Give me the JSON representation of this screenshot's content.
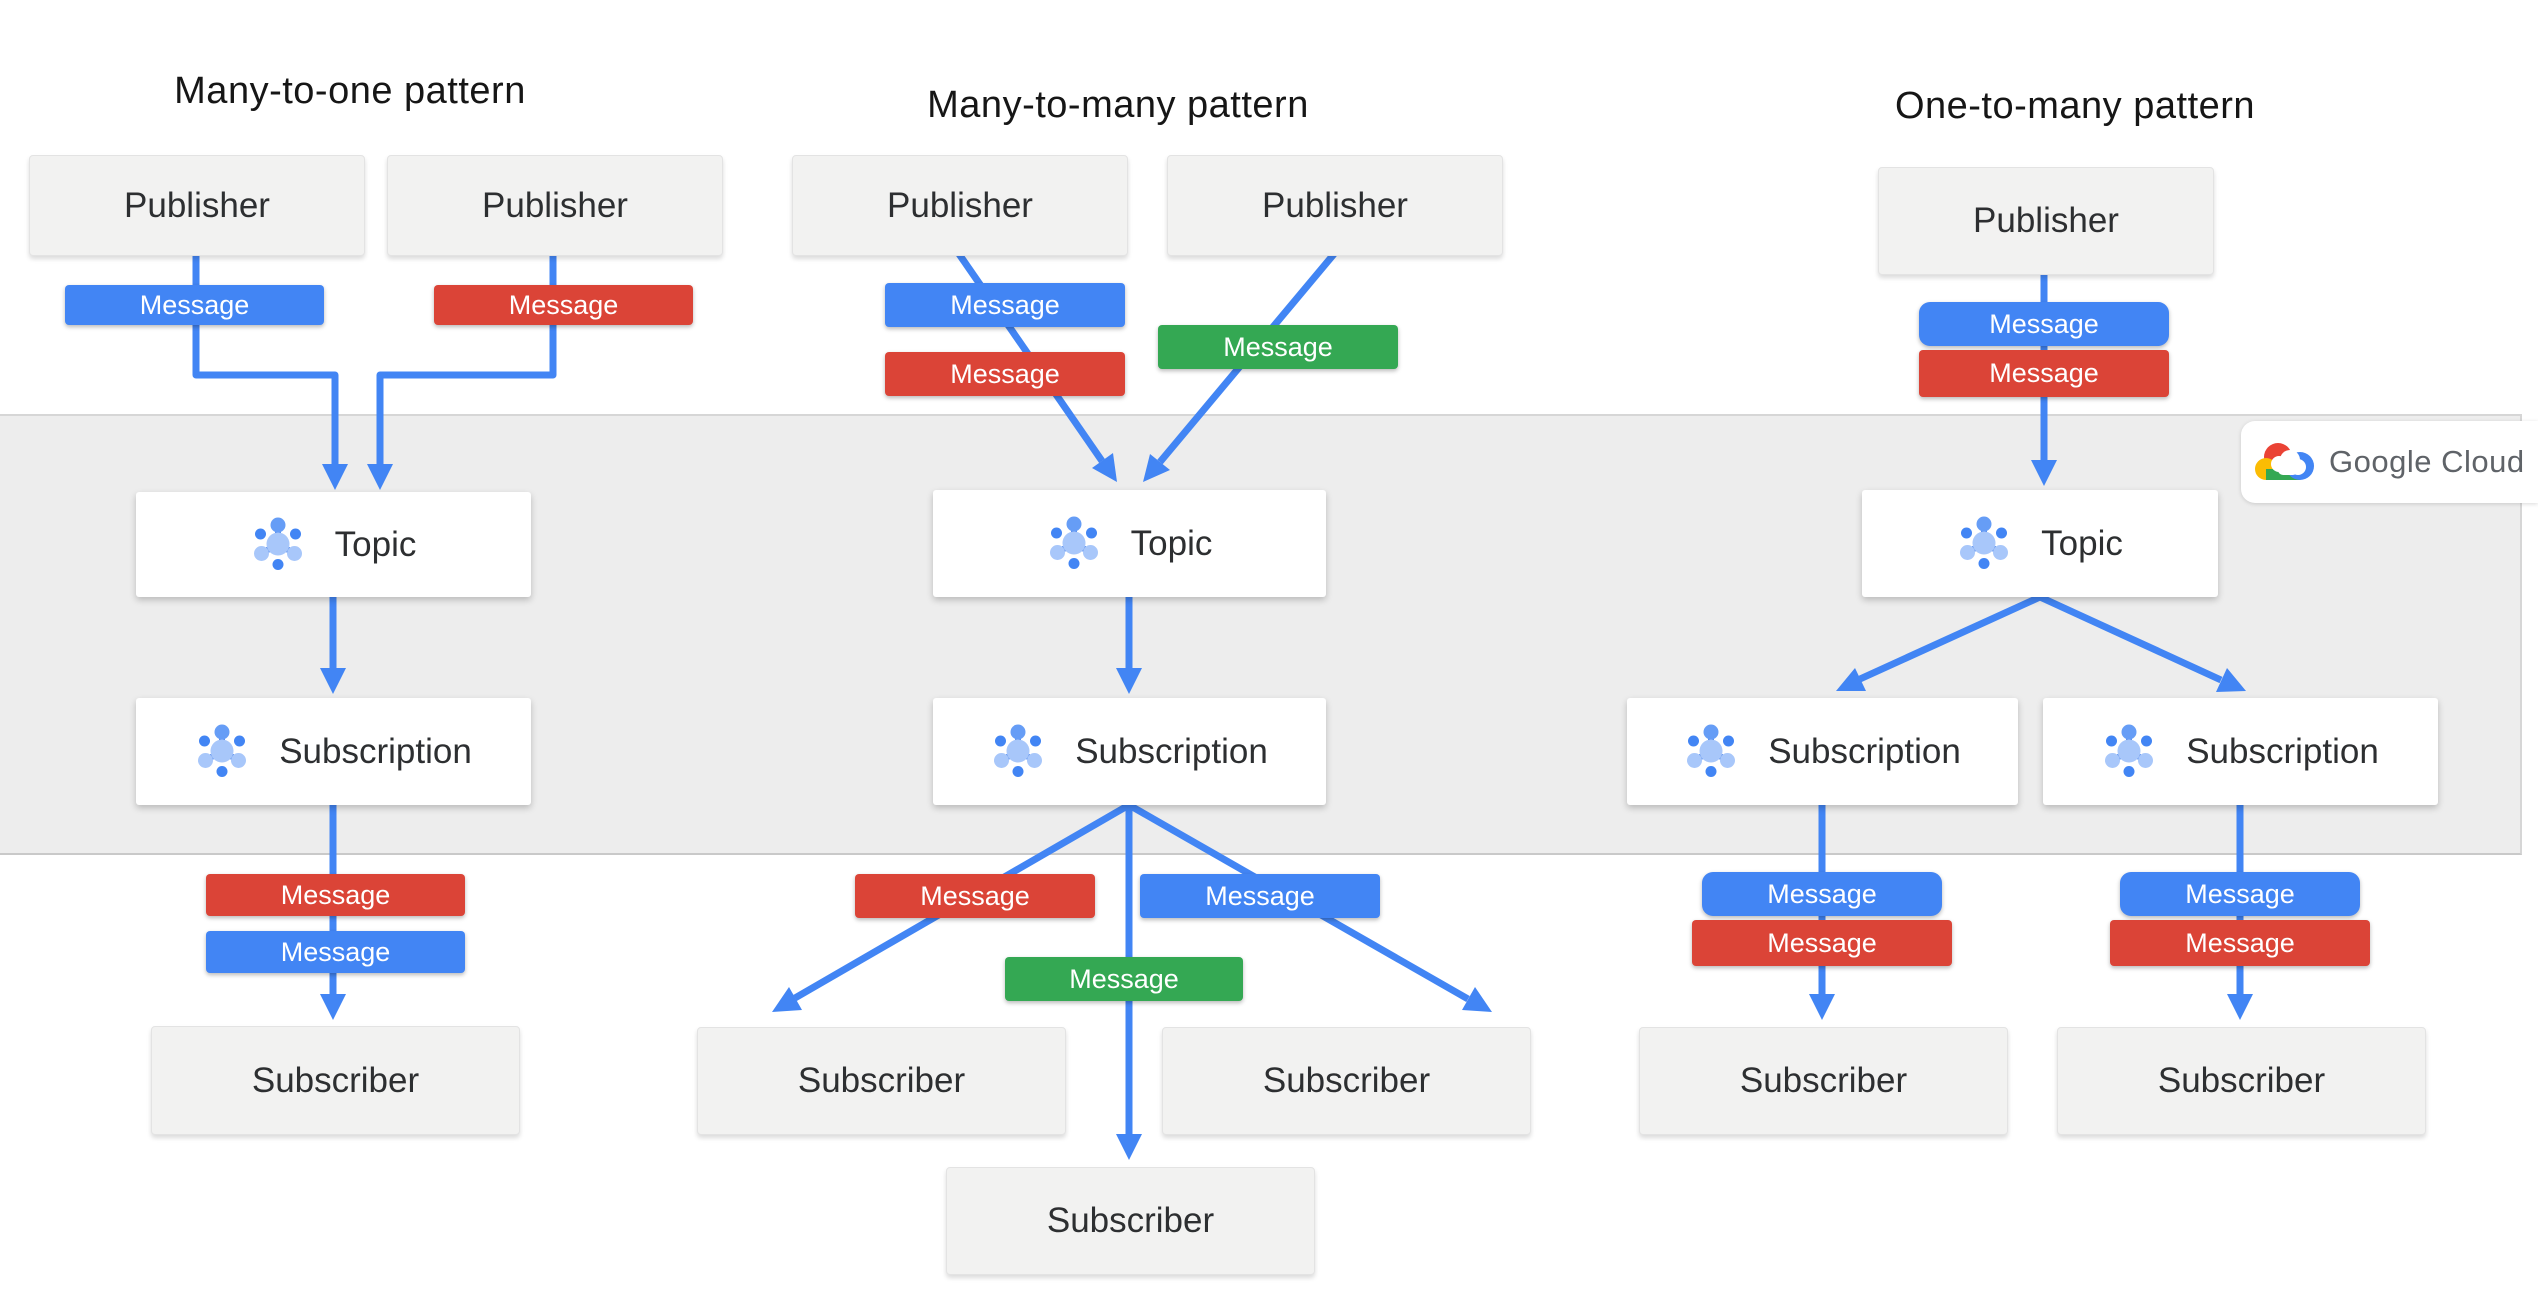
{
  "logo": {
    "text": "Google Cloud"
  },
  "colors": {
    "message_blue": "#4285F4",
    "message_red": "#DB4437",
    "message_green": "#34A853",
    "arrow_blue": "#4285F4",
    "band_gray": "#EDEDED",
    "box_gray": "#F2F2F1",
    "box_white": "#FFFFFF",
    "logo_text_gray": "#5F6368"
  },
  "patterns": [
    {
      "title": "Many-to-one pattern",
      "publishers": [
        "Publisher",
        "Publisher"
      ],
      "publisher_messages": [
        "Message",
        "Message"
      ],
      "topic": "Topic",
      "subscriptions": [
        "Subscription"
      ],
      "subscriber_messages": [
        "Message",
        "Message"
      ],
      "subscribers": [
        "Subscriber"
      ]
    },
    {
      "title": "Many-to-many  pattern",
      "publishers": [
        "Publisher",
        "Publisher"
      ],
      "publisher_messages": [
        "Message",
        "Message",
        "Message"
      ],
      "topic": "Topic",
      "subscriptions": [
        "Subscription"
      ],
      "subscriber_messages": [
        "Message",
        "Message",
        "Message"
      ],
      "subscribers": [
        "Subscriber",
        "Subscriber",
        "Subscriber"
      ]
    },
    {
      "title": "One-to-many pattern",
      "publishers": [
        "Publisher"
      ],
      "publisher_messages": [
        "Message",
        "Message"
      ],
      "topic": "Topic",
      "subscriptions": [
        "Subscription",
        "Subscription"
      ],
      "subscriber_messages": [
        "Message",
        "Message",
        "Message",
        "Message"
      ],
      "subscribers": [
        "Subscriber",
        "Subscriber"
      ]
    }
  ]
}
